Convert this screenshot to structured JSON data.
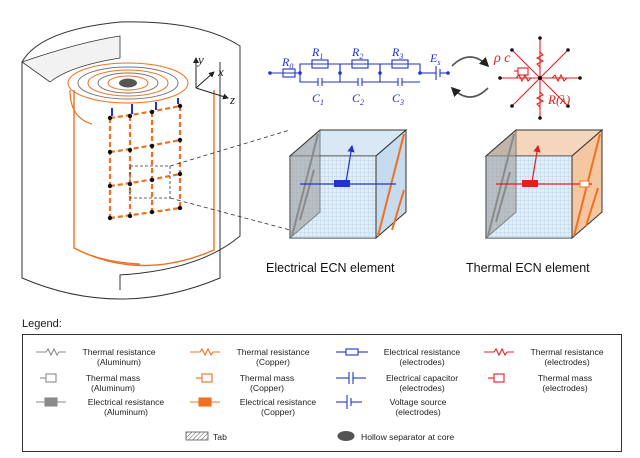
{
  "battery": {
    "axes": {
      "y": "y",
      "x": "x",
      "z": "z"
    }
  },
  "ecn_circuit": {
    "r0": "R",
    "r0_sub": "0",
    "r1": "R",
    "r1_sub": "1",
    "r2": "R",
    "r2_sub": "2",
    "r3": "R",
    "r3_sub": "3",
    "es": "E",
    "es_sub": "s",
    "c1": "C",
    "c1_sub": "1",
    "c2": "C",
    "c2_sub": "2",
    "c3": "C",
    "c3_sub": "3"
  },
  "thermal_circuit": {
    "rho_c": "ρ c",
    "r_lambda": "R(λ)"
  },
  "elements": {
    "electrical_caption": "Electrical ECN element",
    "thermal_caption": "Thermal ECN element"
  },
  "legend": {
    "title": "Legend:",
    "items": [
      {
        "line1": "Thermal resistance",
        "line2": "(Aluminum)"
      },
      {
        "line1": "Thermal resistance",
        "line2": "(Copper)"
      },
      {
        "line1": "Electrical resistance",
        "line2": "(electrodes)"
      },
      {
        "line1": "Thermal resistance",
        "line2": "(electrodes)"
      },
      {
        "line1": "Thermal mass",
        "line2": "(Aluminum)"
      },
      {
        "line1": "Thermal mass",
        "line2": "(Copper)"
      },
      {
        "line1": "Electrical capacitor",
        "line2": "(electrodes)"
      },
      {
        "line1": "Thermal mass",
        "line2": "(electrodes)"
      },
      {
        "line1": "Electrical resistance",
        "line2": "(Aluminum)"
      },
      {
        "line1": "Electrical resistance",
        "line2": "(Copper)"
      },
      {
        "line1": "Voltage source",
        "line2": "(electrodes)"
      },
      {
        "line1": "Tab",
        "line2": ""
      },
      {
        "line1": "Hollow separator at core",
        "line2": ""
      }
    ]
  },
  "colors": {
    "aluminum": "#8a8a8a",
    "copper": "#f07020",
    "electrical": "#2233cc",
    "thermal": "#e02020",
    "cube_blue": "#bcd8ee",
    "cube_orange": "#f4c7a0"
  }
}
